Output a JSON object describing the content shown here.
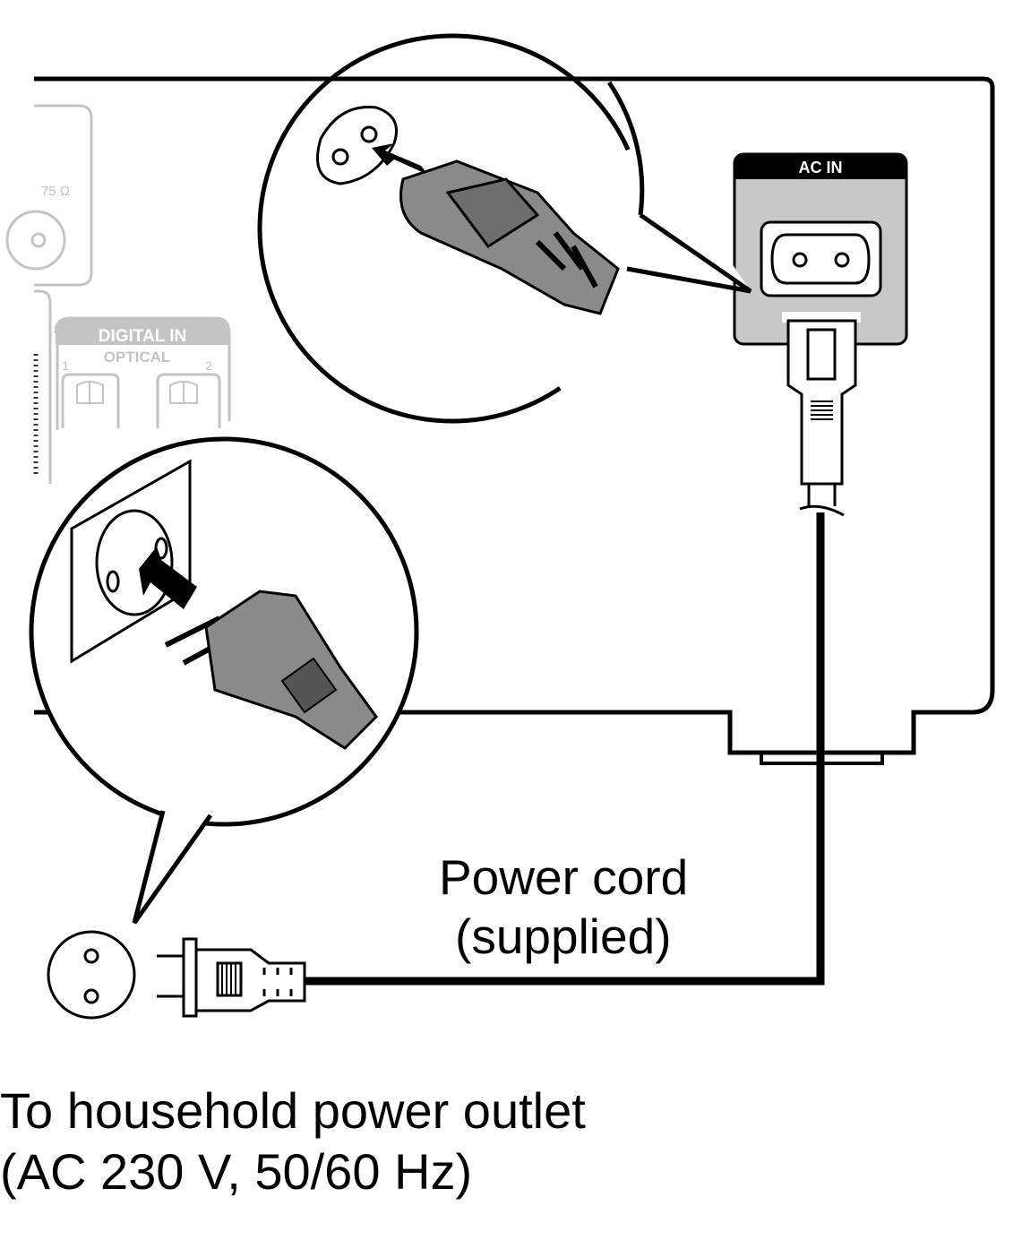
{
  "device_panel": {
    "ac_in_label": "AC IN",
    "antenna_impedance_label": "75 Ω",
    "digital_in_label": "DIGITAL IN",
    "optical_label": "OPTICAL",
    "optical_port_1": "1",
    "optical_port_2": "2"
  },
  "labels": {
    "power_cord_line1": "Power cord",
    "power_cord_line2": "(supplied)",
    "outlet_line1": "To household power outlet",
    "outlet_line2": "(AC 230 V, 50/60 Hz)"
  },
  "colors": {
    "line": "#000000",
    "panel_gray": "#c8c8c8",
    "faded_gray": "#bdbdbd",
    "plug_gray": "#8a8a8a"
  }
}
